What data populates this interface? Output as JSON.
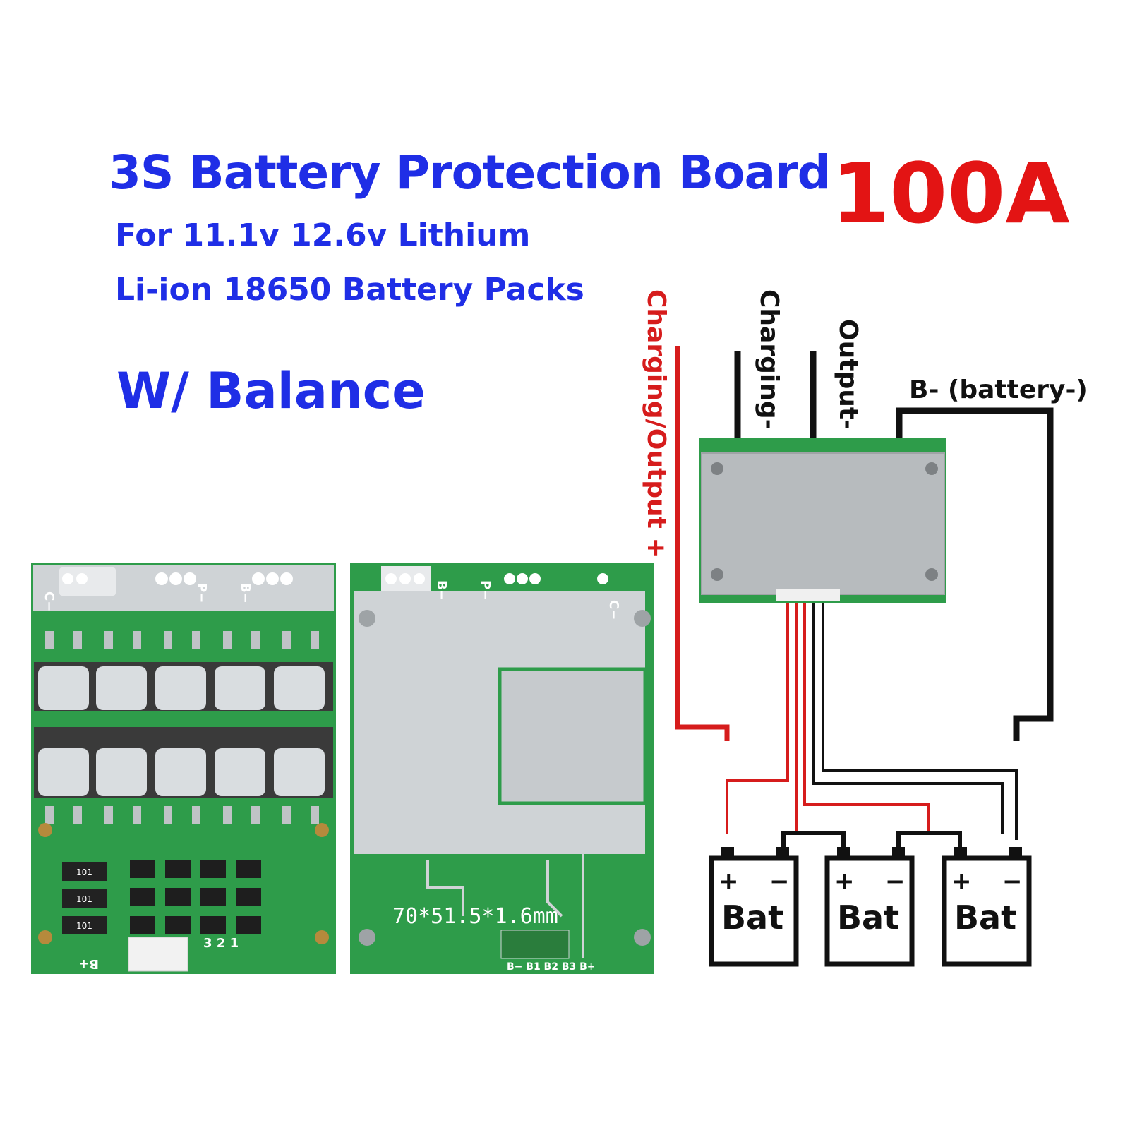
{
  "header": {
    "title": "3S Battery Protection Board",
    "subtitle_line1": "For 11.1v 12.6v Lithium",
    "subtitle_line2": "Li-ion 18650 Battery Packs",
    "balance": "W/ Balance",
    "current_rating": "100A"
  },
  "wiring": {
    "charging_output_plus": "Charging/Output +",
    "charging_minus": "Charging-",
    "output_minus": "Output-",
    "b_minus": "B- (battery-)"
  },
  "batteries": [
    {
      "label": "Bat",
      "plus": "+",
      "minus": "−"
    },
    {
      "label": "Bat",
      "plus": "+",
      "minus": "−"
    },
    {
      "label": "Bat",
      "plus": "+",
      "minus": "−"
    }
  ],
  "board_front": {
    "pad_c": "C−",
    "pad_p": "P−",
    "pad_b": "B−",
    "pad_bplus": "B+",
    "balance_pins": "3 2 1",
    "resistor": "101"
  },
  "board_back": {
    "dimensions": "70*51.5*1.6mm",
    "pad_b": "B−",
    "pad_p": "P−",
    "pad_c": "C−",
    "pin_labels": "B− B1 B2 B3 B+"
  },
  "colors": {
    "title_blue": "#1f2ee6",
    "rating_red": "#e31414",
    "pcb_green": "#2e9c4a",
    "wire_red": "#d61c1c",
    "wire_black": "#111111"
  }
}
